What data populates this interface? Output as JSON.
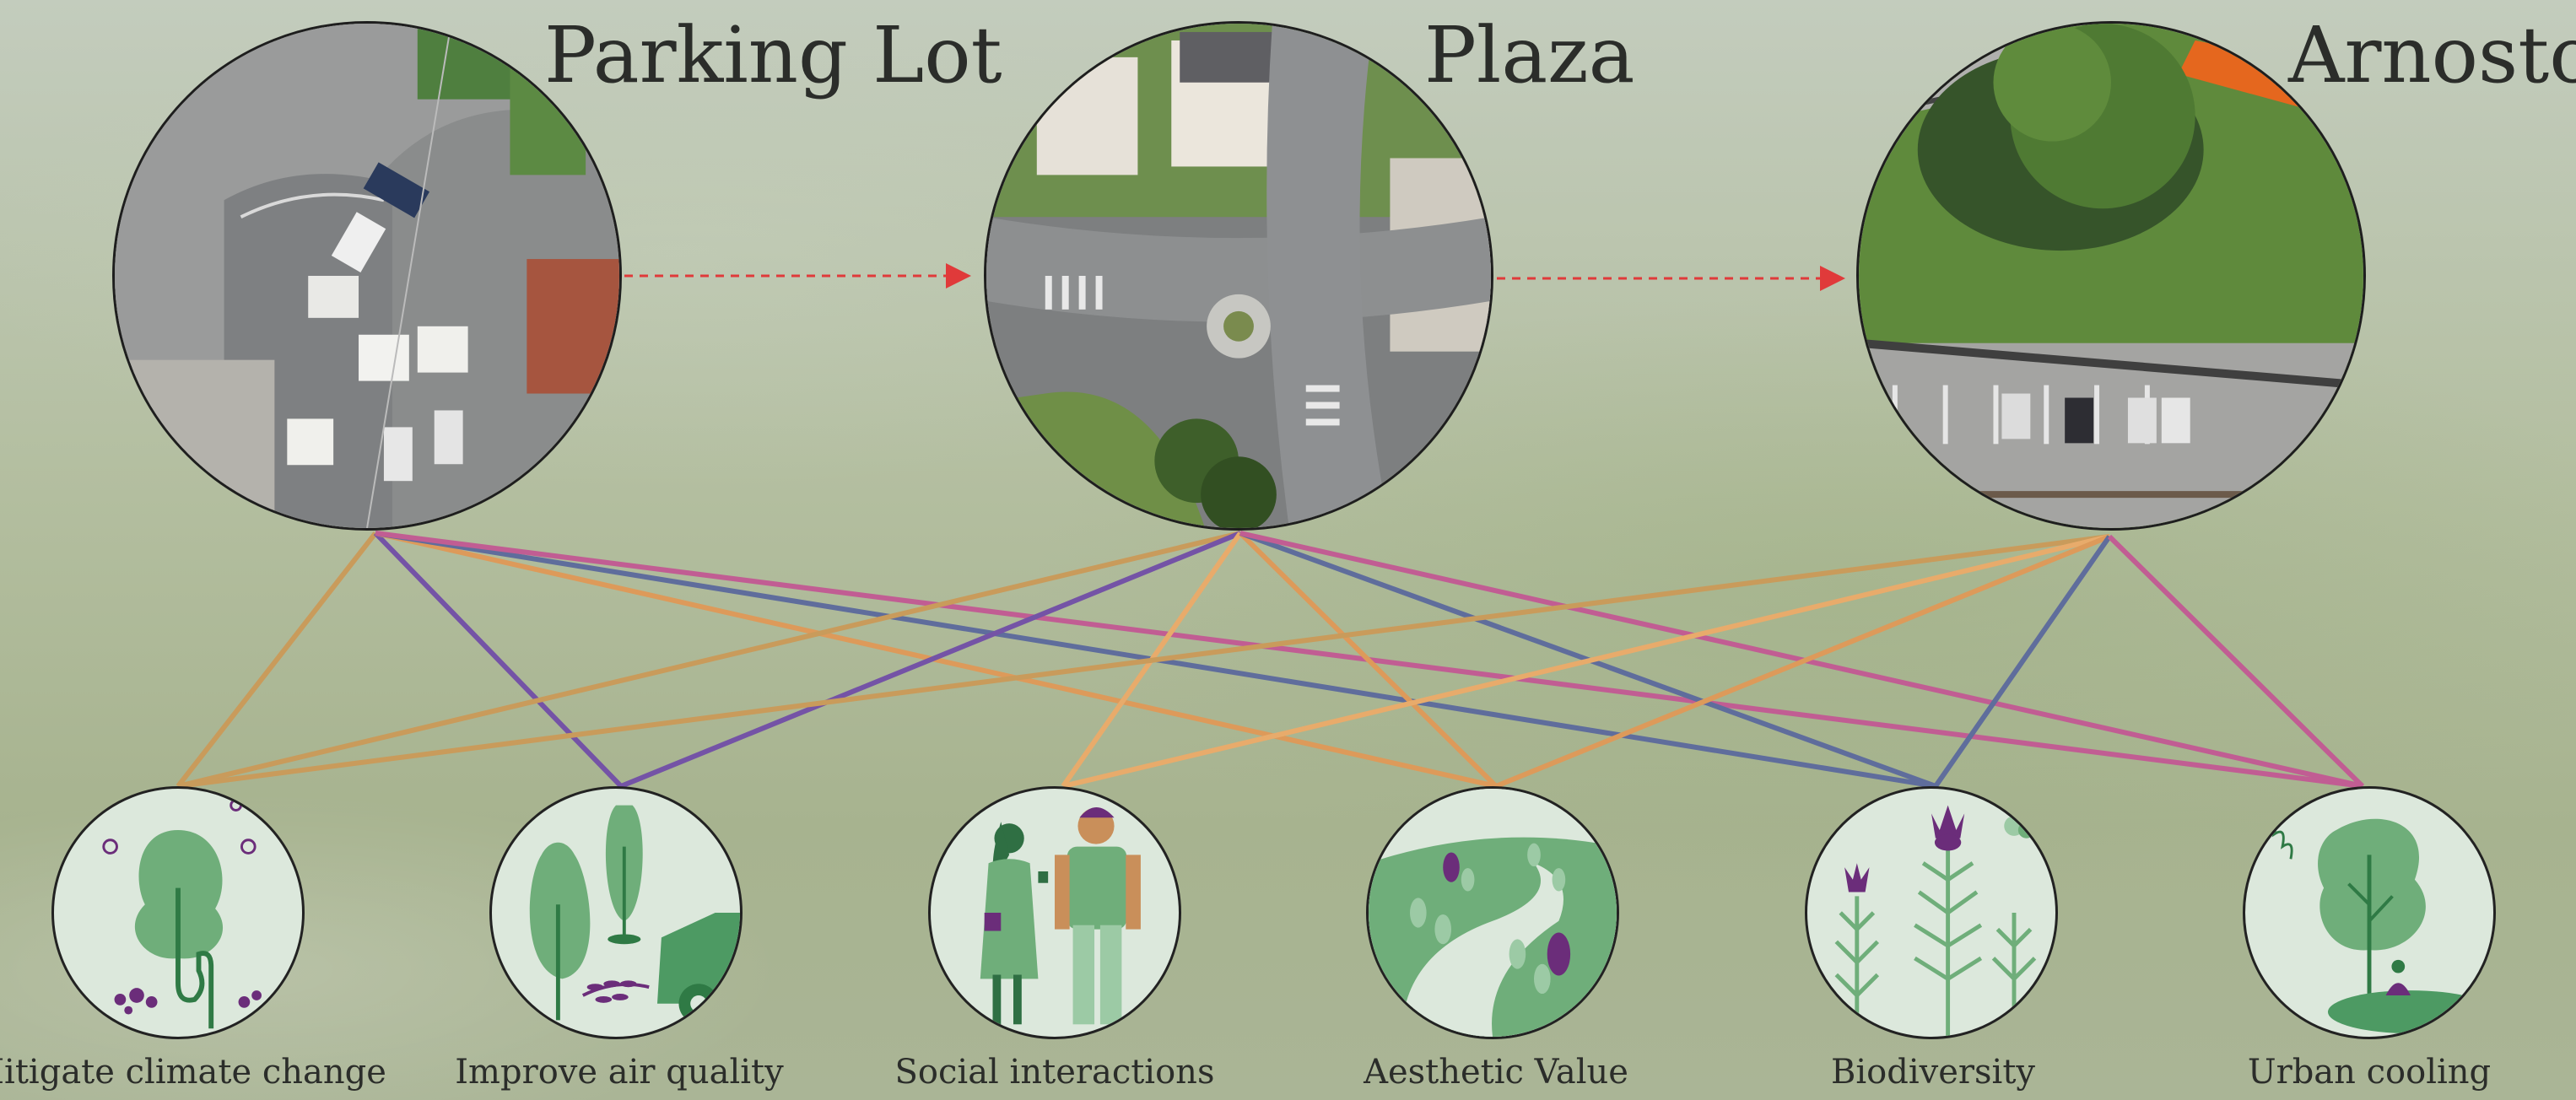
{
  "sites": [
    {
      "title": "Parking Lot"
    },
    {
      "title": "Plaza"
    },
    {
      "title": "Arnosto"
    }
  ],
  "benefits": [
    {
      "label": "Mitigate climate change",
      "icon": "tree-carbon-icon",
      "color": "#c99b5b"
    },
    {
      "label": "Improve air quality",
      "icon": "trees-car-icon",
      "color": "#7453a6"
    },
    {
      "label": "Social interactions",
      "icon": "people-icon",
      "color": "#e8ab6b"
    },
    {
      "label": "Aesthetic Value",
      "icon": "landscape-path-icon",
      "color": "#dd9a5a"
    },
    {
      "label": "Biodiversity",
      "icon": "thistle-plants-icon",
      "color": "#5f6d9c"
    },
    {
      "label": "Urban cooling",
      "icon": "shade-tree-icon",
      "color": "#c15d93"
    }
  ],
  "connections": [
    {
      "site": 0,
      "benefit": 0
    },
    {
      "site": 0,
      "benefit": 1
    },
    {
      "site": 0,
      "benefit": 3
    },
    {
      "site": 0,
      "benefit": 4
    },
    {
      "site": 0,
      "benefit": 5
    },
    {
      "site": 1,
      "benefit": 0
    },
    {
      "site": 1,
      "benefit": 1
    },
    {
      "site": 1,
      "benefit": 2
    },
    {
      "site": 1,
      "benefit": 3
    },
    {
      "site": 1,
      "benefit": 4
    },
    {
      "site": 1,
      "benefit": 5
    },
    {
      "site": 2,
      "benefit": 0
    },
    {
      "site": 2,
      "benefit": 2
    },
    {
      "site": 2,
      "benefit": 3
    },
    {
      "site": 2,
      "benefit": 4
    },
    {
      "site": 2,
      "benefit": 5
    }
  ],
  "arrow_color": "#e03a3a"
}
